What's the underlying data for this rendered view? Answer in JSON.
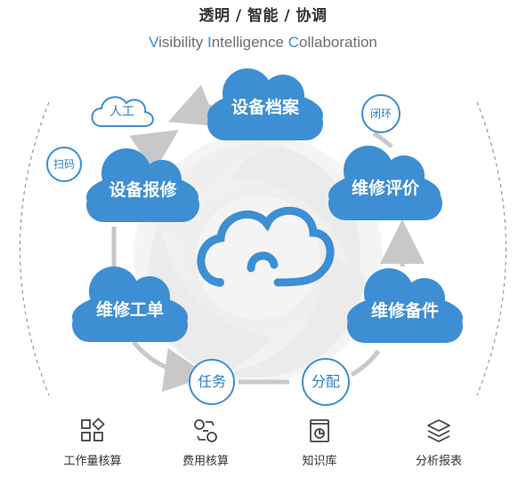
{
  "header": {
    "title": "透明 / 智能 / 协调",
    "subtitle_parts": [
      {
        "text": "V",
        "accent": true
      },
      {
        "text": "isibility ",
        "accent": false
      },
      {
        "text": "I",
        "accent": true
      },
      {
        "text": "ntelligence ",
        "accent": false
      },
      {
        "text": "C",
        "accent": true
      },
      {
        "text": "ollaboration",
        "accent": false
      }
    ]
  },
  "clouds": {
    "archive": "设备档案",
    "repair_report": "设备报修",
    "evaluation": "维修评价",
    "work_order": "维修工单",
    "spare_parts": "维修备件"
  },
  "bubbles": {
    "manual": "人工",
    "scan": "扫码",
    "close_loop": "闭环",
    "task": "任务",
    "assign": "分配"
  },
  "bottom_nav": [
    {
      "label": "工作量核算",
      "icon": "grid-diamond-icon"
    },
    {
      "label": "费用核算",
      "icon": "coins-transfer-icon"
    },
    {
      "label": "知识库",
      "icon": "book-chart-icon"
    },
    {
      "label": "分析报表",
      "icon": "layers-icon"
    }
  ],
  "colors": {
    "cloud_blue": "#3d8ed3",
    "bubble_border": "#3d8ed3",
    "arrow_gray": "#c8c8c8",
    "accent_letter": "#3d8ed3",
    "text_dark": "#333333"
  }
}
